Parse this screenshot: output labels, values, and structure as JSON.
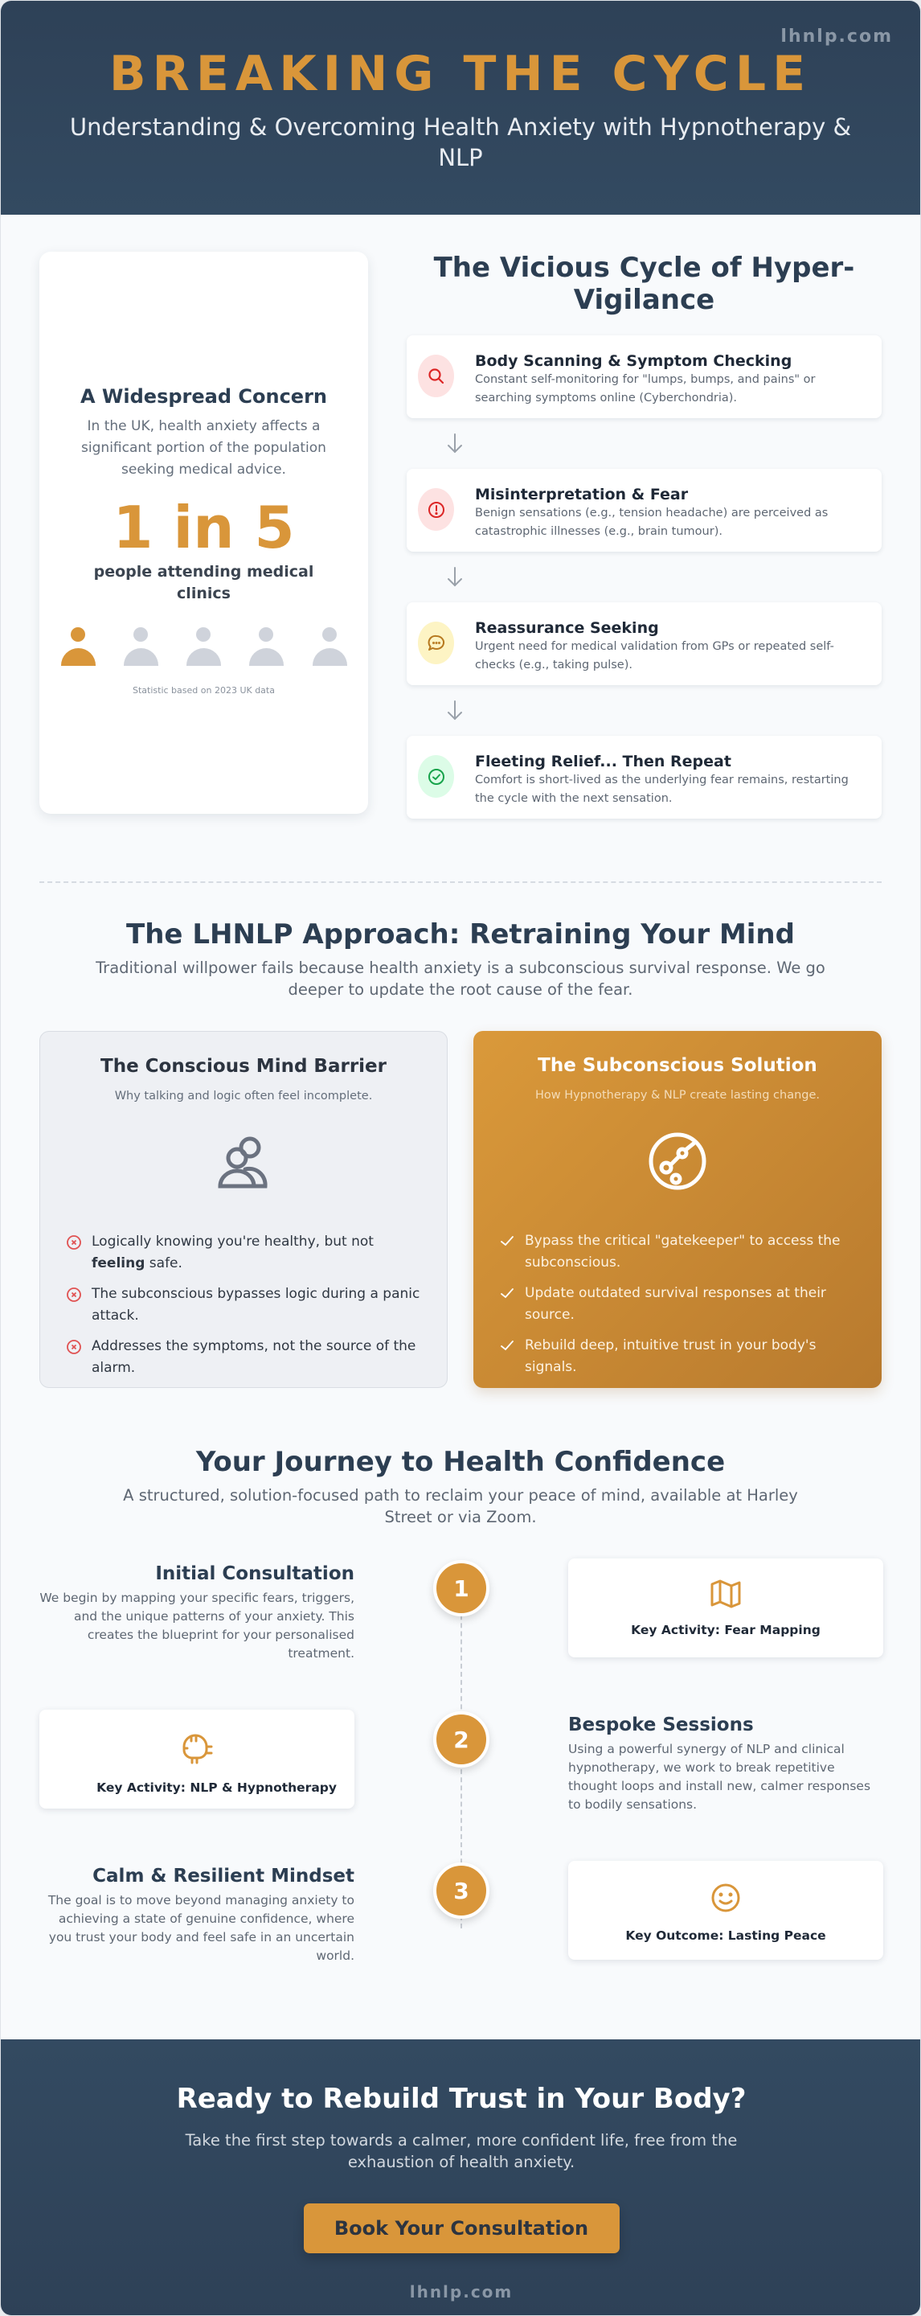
{
  "header": {
    "domain": "lhnlp.com",
    "title": "BREAKING THE CYCLE",
    "subtitle": "Understanding & Overcoming Health Anxiety with Hypnotherapy & NLP"
  },
  "stat_card": {
    "title": "A Widespread Concern",
    "description": "In the UK, health anxiety affects a significant portion of the population seeking medical advice.",
    "big_number": "1 in 5",
    "label": "people attending medical clinics",
    "people_highlighted": 1,
    "people_total": 5,
    "note": "Statistic based on 2023 UK data"
  },
  "cycle": {
    "title": "The Vicious Cycle of Hyper-Vigilance",
    "steps": [
      {
        "icon": "search-icon",
        "title": "Body Scanning & Symptom Checking",
        "description": "Constant self-monitoring for \"lumps, bumps, and pains\" or searching symptoms online (Cyberchondria).",
        "color": "#dc2626",
        "bg": "#fde2e2"
      },
      {
        "icon": "alert-circle-icon",
        "title": "Misinterpretation & Fear",
        "description": "Benign sensations (e.g., tension headache) are perceived as catastrophic illnesses (e.g., brain tumour).",
        "color": "#dc2626",
        "bg": "#fde2e2"
      },
      {
        "icon": "chat-bubble-icon",
        "title": "Reassurance Seeking",
        "description": "Urgent need for medical validation from GPs or repeated self-checks (e.g., taking pulse).",
        "color": "#b7791f",
        "bg": "#fdf4c4"
      },
      {
        "icon": "check-circle-icon",
        "title": "Fleeting Relief... Then Repeat",
        "description": "Comfort is short-lived as the underlying fear remains, restarting the cycle with the next sensation.",
        "color": "#16a34a",
        "bg": "#dcfce7"
      }
    ]
  },
  "approach": {
    "title": "The LHNLP Approach: Retraining Your Mind",
    "lead": "Traditional willpower fails because health anxiety is a subconscious survival response. We go deeper to update the root cause of the fear.",
    "conscious": {
      "title": "The Conscious Mind Barrier",
      "subtitle": "Why talking and logic often feel incomplete.",
      "icon": "users-icon",
      "items": [
        {
          "pre": "Logically knowing you're healthy, but not ",
          "bold": "feeling",
          "post": " safe."
        },
        {
          "pre": "The subconscious bypasses logic during a panic attack.",
          "bold": "",
          "post": ""
        },
        {
          "pre": "Addresses the symptoms, not the source of the alarm.",
          "bold": "",
          "post": ""
        }
      ]
    },
    "subconscious": {
      "title": "The Subconscious Solution",
      "subtitle": "How Hypnotherapy & NLP create lasting change.",
      "icon": "route-circle-icon",
      "items": [
        "Bypass the critical \"gatekeeper\" to access the subconscious.",
        "Update outdated survival responses at their source.",
        "Rebuild deep, intuitive trust in your body's signals."
      ]
    }
  },
  "journey": {
    "title": "Your Journey to Health Confidence",
    "lead": "A structured, solution-focused path to reclaim your peace of mind, available at Harley Street or via Zoom.",
    "steps": [
      {
        "number": "1",
        "title": "Initial Consultation",
        "description": "We begin by mapping your specific fears, triggers, and the unique patterns of your anxiety. This creates the blueprint for your personalised treatment.",
        "card_icon": "map-icon",
        "card_label": "Key Activity: Fear Mapping"
      },
      {
        "number": "2",
        "title": "Bespoke Sessions",
        "description": "Using a powerful synergy of NLP and clinical hypnotherapy, we work to break repetitive thought loops and install new, calmer responses to bodily sensations.",
        "card_icon": "brain-circuit-icon",
        "card_label": "Key Activity: NLP & Hypnotherapy"
      },
      {
        "number": "3",
        "title": "Calm & Resilient Mindset",
        "description": "The goal is to move beyond managing anxiety to achieving a state of genuine confidence, where you trust your body and feel safe in an uncertain world.",
        "card_icon": "smile-icon",
        "card_label": "Key Outcome: Lasting Peace"
      }
    ]
  },
  "cta": {
    "title": "Ready to Rebuild Trust in Your Body?",
    "lead": "Take the first step towards a calmer, more confident life, free from the exhaustion of health anxiety.",
    "button_label": "Book Your Consultation",
    "domain": "lhnlp.com"
  },
  "colors": {
    "navy": "#2e4157",
    "accent": "#d9963a",
    "page_bg": "#f8fafc"
  }
}
